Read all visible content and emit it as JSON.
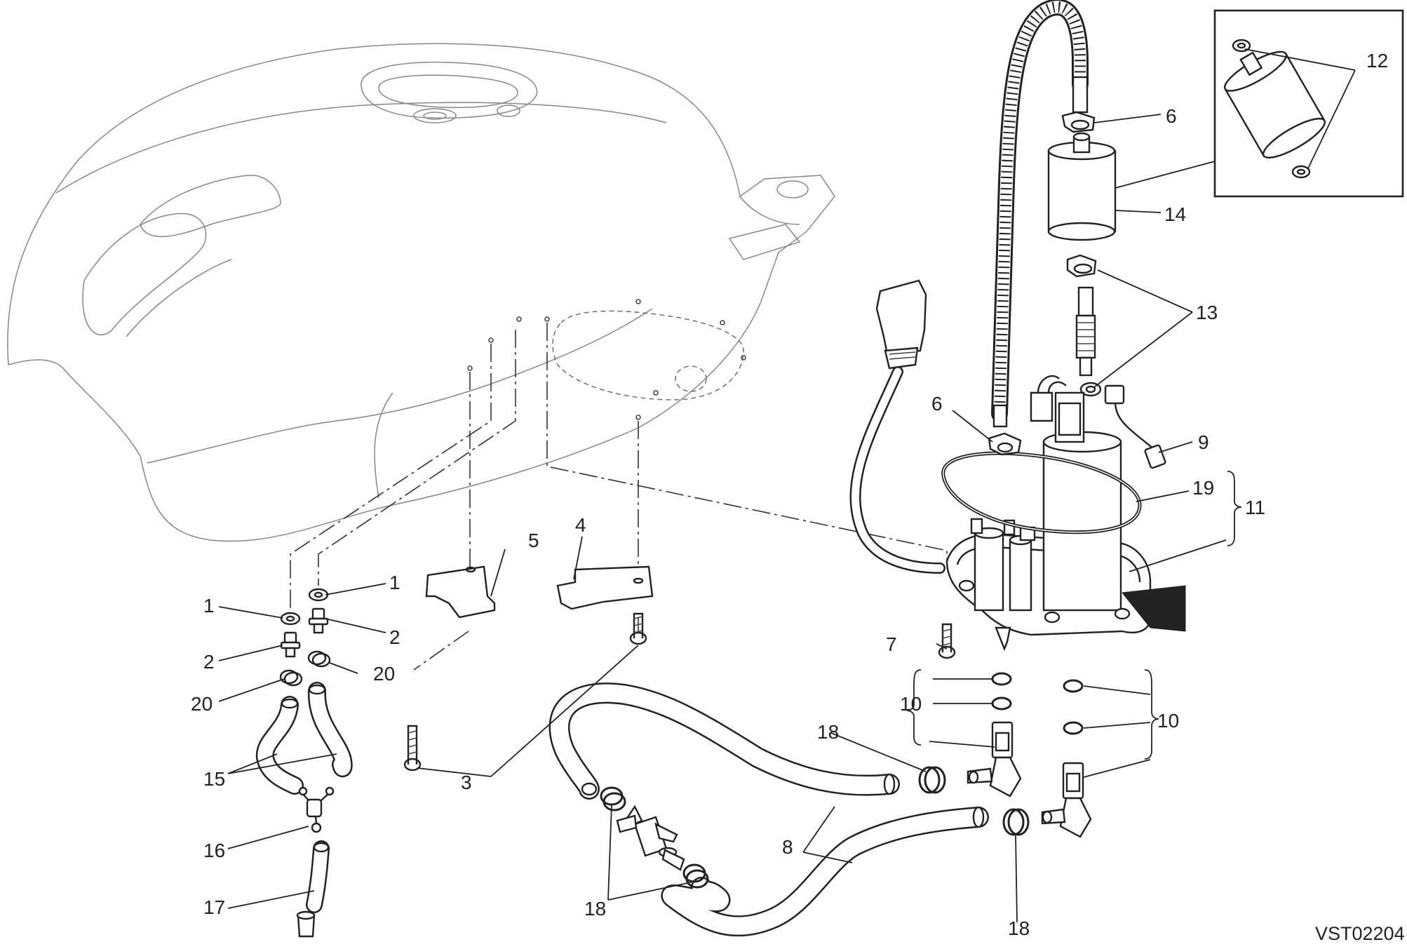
{
  "diagram": {
    "code": "VST02204",
    "callouts": [
      {
        "id": "c1a",
        "text": "1"
      },
      {
        "id": "c1b",
        "text": "1"
      },
      {
        "id": "c2a",
        "text": "2"
      },
      {
        "id": "c2b",
        "text": "2"
      },
      {
        "id": "c3",
        "text": "3"
      },
      {
        "id": "c4",
        "text": "4"
      },
      {
        "id": "c5",
        "text": "5"
      },
      {
        "id": "c6a",
        "text": "6"
      },
      {
        "id": "c6b",
        "text": "6"
      },
      {
        "id": "c7",
        "text": "7"
      },
      {
        "id": "c8",
        "text": "8"
      },
      {
        "id": "c9",
        "text": "9"
      },
      {
        "id": "c10a",
        "text": "10"
      },
      {
        "id": "c10b",
        "text": "10"
      },
      {
        "id": "c11",
        "text": "11"
      },
      {
        "id": "c12",
        "text": "12"
      },
      {
        "id": "c13",
        "text": "13"
      },
      {
        "id": "c14",
        "text": "14"
      },
      {
        "id": "c15",
        "text": "15"
      },
      {
        "id": "c16",
        "text": "16"
      },
      {
        "id": "c17",
        "text": "17"
      },
      {
        "id": "c18a",
        "text": "18"
      },
      {
        "id": "c18b",
        "text": "18"
      },
      {
        "id": "c18c",
        "text": "18"
      },
      {
        "id": "c19",
        "text": "19"
      },
      {
        "id": "c20a",
        "text": "20"
      },
      {
        "id": "c20b",
        "text": "20"
      }
    ]
  }
}
